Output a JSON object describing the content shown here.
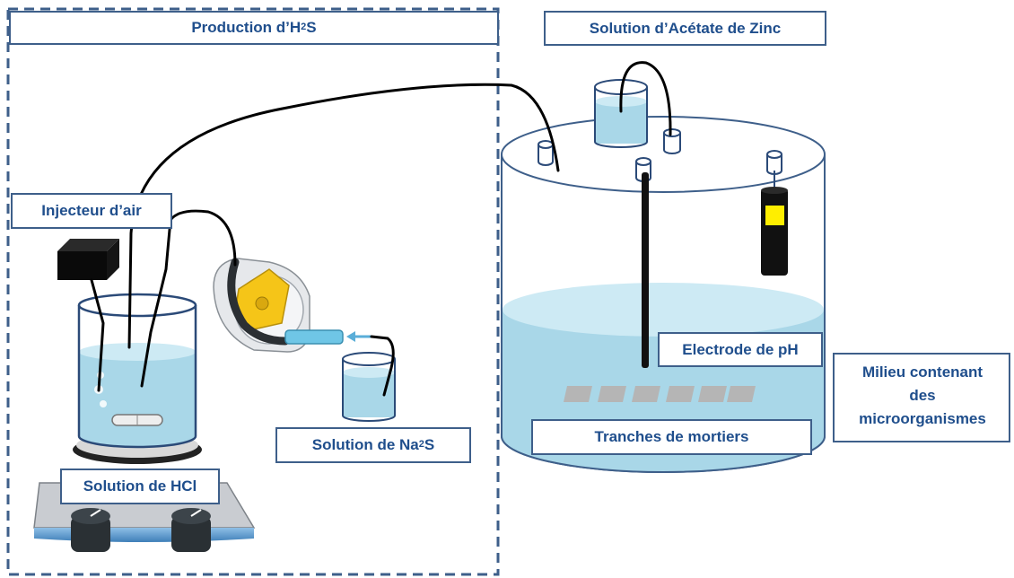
{
  "labels": {
    "production_prefix": "Production d’H",
    "production_sub1": "2",
    "production_suffix": "S",
    "zinc": "Solution d’Acétate de Zinc",
    "injecteur": "Injecteur d’air",
    "electrode": "Electrode de pH",
    "milieu_line1": "Milieu contenant",
    "milieu_line2": "des",
    "milieu_line3": "microorganismes",
    "tranches": "Tranches de mortiers",
    "na2s_prefix": "Solution de Na",
    "na2s_sub": "2",
    "na2s_suffix": "S",
    "hcl": "Solution de HCl"
  },
  "colors": {
    "label_text": "#1f4e8c",
    "label_border": "#3e5f8a",
    "water": "#a9d7e8",
    "tank_outline": "#3e5f8a",
    "dashed_box": "#3e5f8a",
    "sensor_yellow": "#ffee00"
  }
}
